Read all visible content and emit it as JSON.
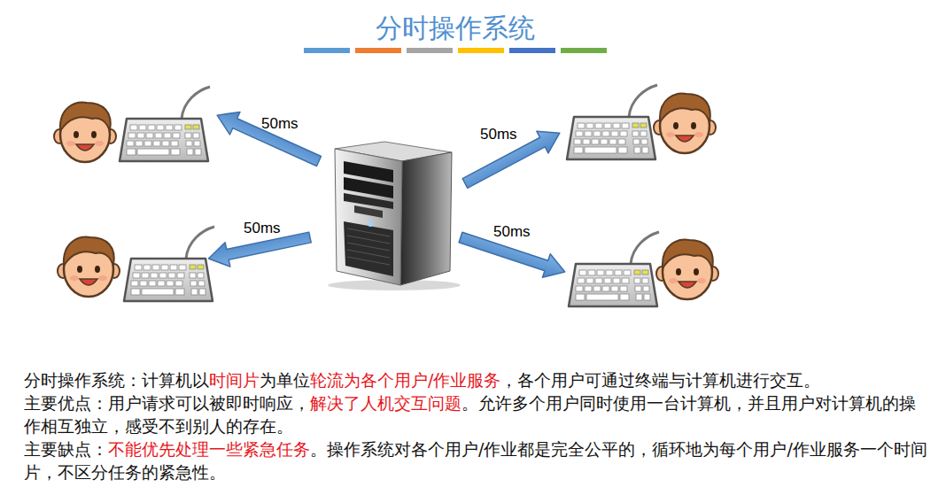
{
  "diagram": {
    "title": "分时操作系统",
    "labels": [
      "50ms",
      "50ms",
      "50ms",
      "50ms",
      "分时操作系统：计算机以",
      "时间片",
      "为单位",
      "轮流为各个用户/作业服务",
      "，各个用户可通过终端与计算机进行交互。",
      "主要优点：用户请求可以被即时响应，",
      "解决了人机交互问题",
      "。允许多个用户同时使用一台计算机，并且用户对计算机的操作相互独立，感受不到别人的存在。",
      "主要缺点：",
      "不能优先处理一些紧急任务",
      "。操作系统对各个用户/作业都是完全公平的，循环地为每个用户/作业服务一个时间片，不区分任务的紧急性。"
    ]
  }
}
